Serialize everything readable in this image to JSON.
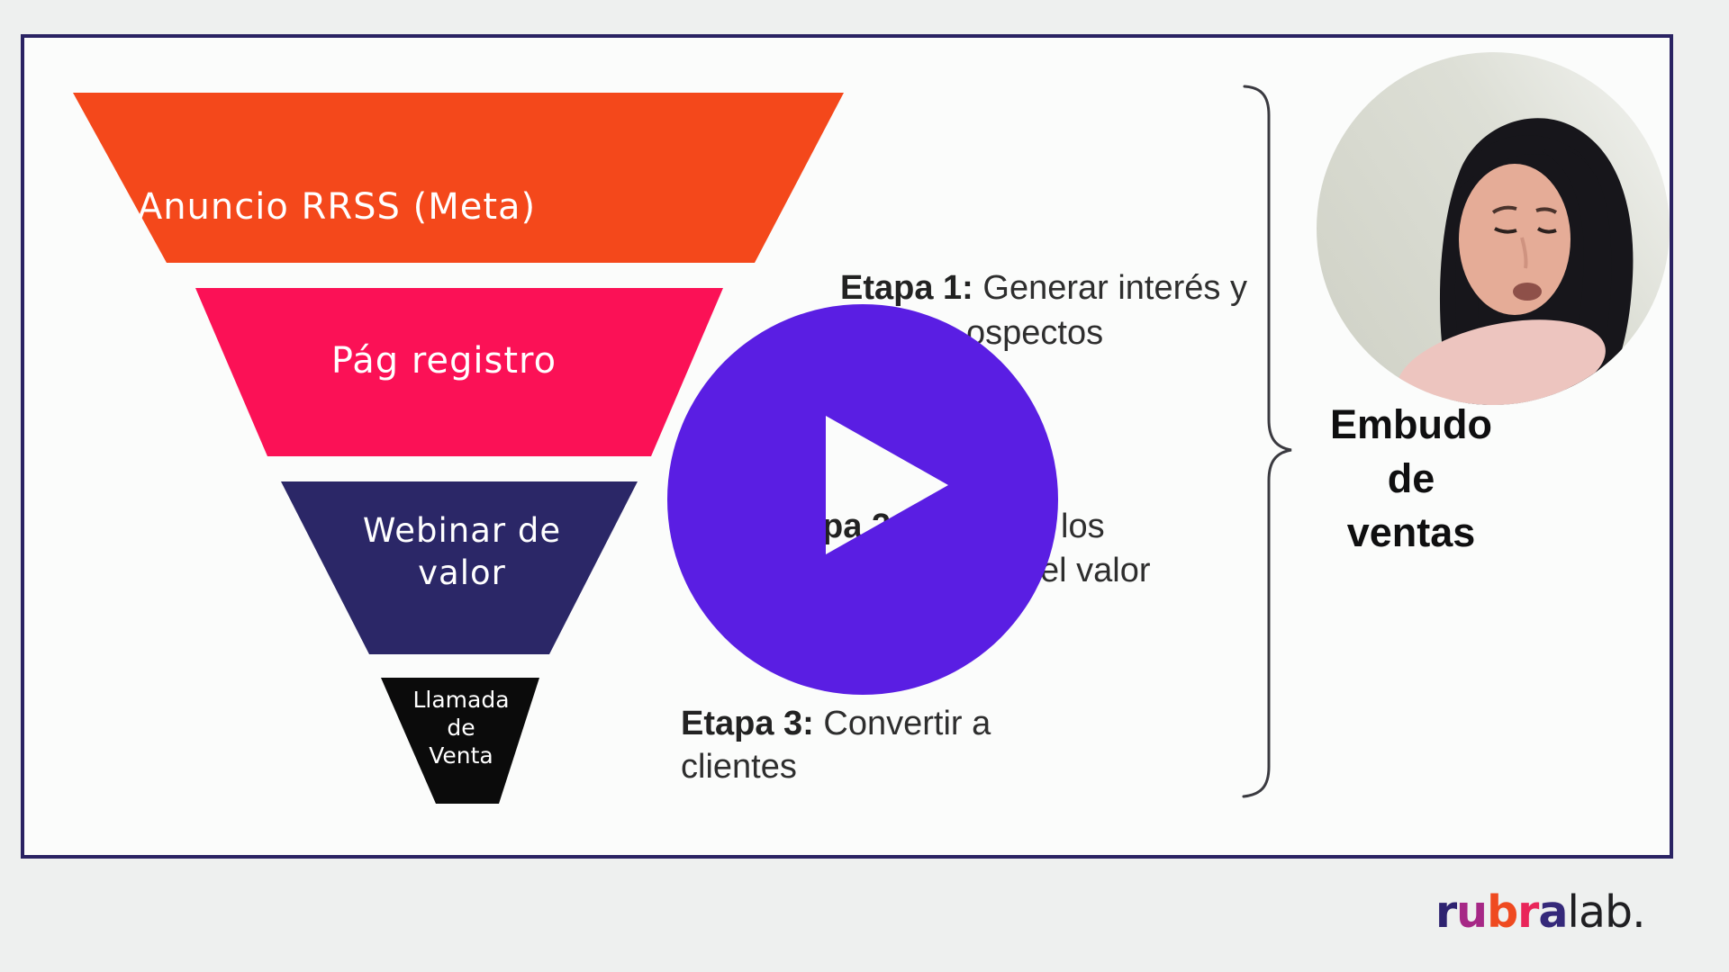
{
  "video": {
    "play_button_color": "#5a1ee3",
    "icons": {
      "play": "play-triangle"
    }
  },
  "slide": {
    "background_color": "#fbfcfb",
    "border_color": "#2a2363",
    "funnel": {
      "segments": [
        {
          "name": "anuncio-rrss",
          "label": "Anuncio RRSS (Meta)",
          "color": "#f4481b"
        },
        {
          "name": "pag-registro",
          "label": "Pág registro",
          "color": "#fb1156"
        },
        {
          "name": "webinar-de-valor",
          "label": "Webinar de\nvalor",
          "color": "#2b2767"
        },
        {
          "name": "llamada-de-venta",
          "label": "Llamada\nde\nVenta",
          "color": "#0b0b0b"
        }
      ]
    },
    "etapas": {
      "etapa1": {
        "label_bold": "Etapa 1:",
        "text": " Generar interés y",
        "line2_visible": "ospectos"
      },
      "etapa2": {
        "fragment_left_bold": "pa 2",
        "fragment_line1_right": "los",
        "fragment_line2_right": "el valor"
      },
      "etapa3": {
        "label_bold": "Etapa 3:",
        "text": " Convertir a",
        "line2": "clientes"
      }
    },
    "brace_label": "Embudo\nde\nventas",
    "brace_color": "#3a3a40"
  },
  "logo": {
    "bold_letters": [
      {
        "ch": "r",
        "color": "#2e2370"
      },
      {
        "ch": "u",
        "color": "#a62886"
      },
      {
        "ch": "b",
        "color": "#ef4a20"
      },
      {
        "ch": "r",
        "color": "#e9265a"
      },
      {
        "ch": "a",
        "color": "#35297a"
      }
    ],
    "suffix": "lab.",
    "suffix_color": "#1f1f22"
  }
}
